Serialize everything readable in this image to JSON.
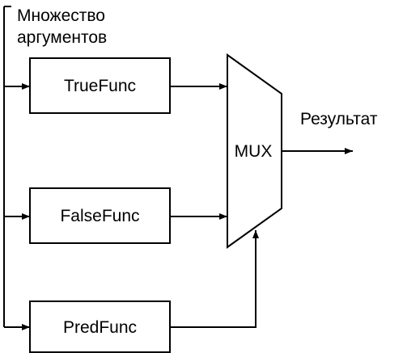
{
  "input": {
    "line1": "Множество",
    "line2": "аргументов"
  },
  "blocks": {
    "true_func": "TrueFunc",
    "false_func": "FalseFunc",
    "pred_func": "PredFunc"
  },
  "mux": {
    "label": "MUX"
  },
  "output": {
    "label": "Результат"
  }
}
